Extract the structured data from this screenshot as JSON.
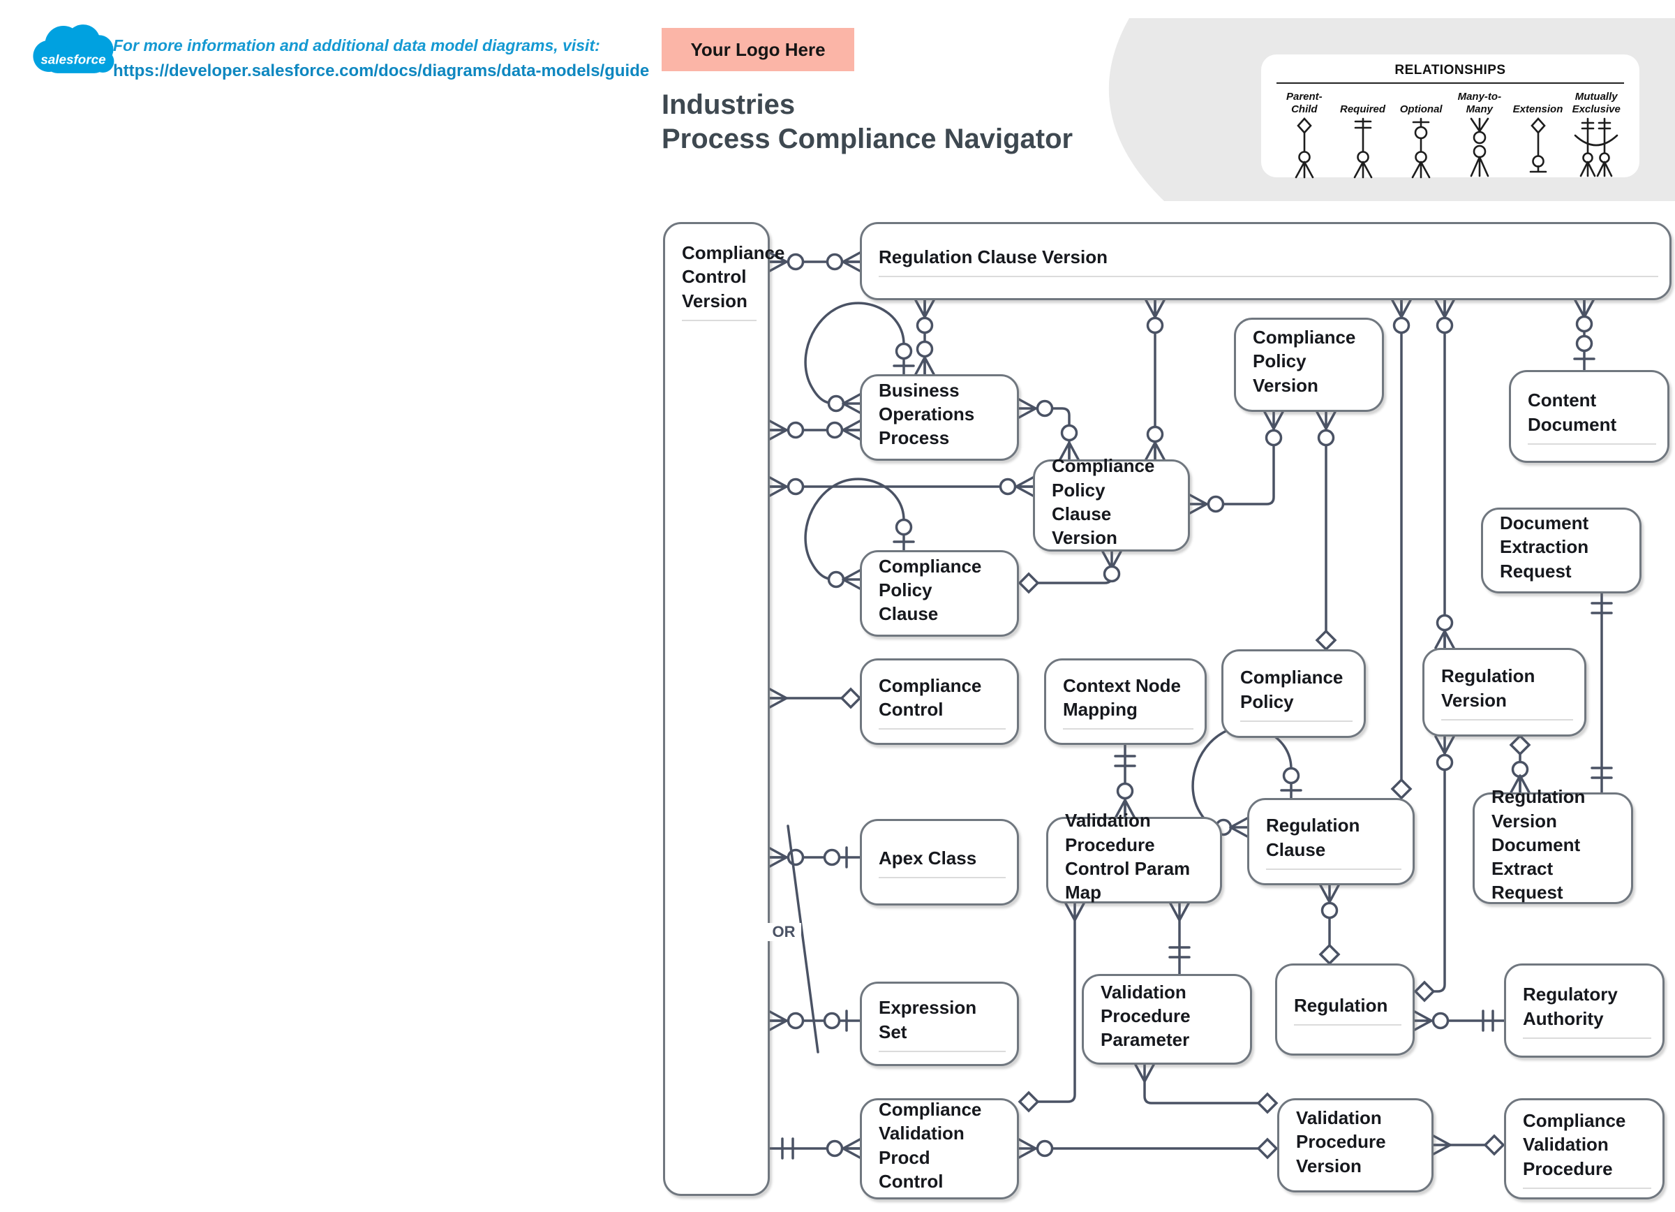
{
  "header": {
    "logo_text": "salesforce",
    "info_line": "For more information and additional data model diagrams, visit:",
    "info_url": "https://developer.salesforce.com/docs/diagrams/data-models/guide",
    "logo_placeholder": "Your Logo Here",
    "title": "Industries\nProcess Compliance Navigator"
  },
  "legend": {
    "title": "RELATIONSHIPS",
    "items": [
      {
        "label": "Parent-\nChild",
        "symbol": "parent_child"
      },
      {
        "label": "Required",
        "symbol": "required"
      },
      {
        "label": "Optional",
        "symbol": "optional"
      },
      {
        "label": "Many-to-\nMany",
        "symbol": "many_to_many"
      },
      {
        "label": "Extension",
        "symbol": "extension"
      },
      {
        "label": "Mutually\nExclusive",
        "symbol": "mutually_exclusive"
      }
    ]
  },
  "diagram": {
    "or_label": "OR",
    "entities": [
      {
        "id": "ccv",
        "label": "Compliance\nControl\nVersion"
      },
      {
        "id": "rcv",
        "label": "Regulation Clause Version"
      },
      {
        "id": "bop",
        "label": "Business\nOperations Process"
      },
      {
        "id": "cpv",
        "label": "Compliance Policy\nVersion"
      },
      {
        "id": "cd",
        "label": "Content Document"
      },
      {
        "id": "cpcv",
        "label": "Compliance Policy\nClause Version"
      },
      {
        "id": "cpc",
        "label": "Compliance Policy\nClause"
      },
      {
        "id": "der",
        "label": "Document\nExtraction Request"
      },
      {
        "id": "cc",
        "label": "Compliance\nControl"
      },
      {
        "id": "cnm",
        "label": "Context Node\nMapping"
      },
      {
        "id": "cp",
        "label": "Compliance Policy"
      },
      {
        "id": "rv",
        "label": "Regulation Version"
      },
      {
        "id": "apex",
        "label": "Apex Class"
      },
      {
        "id": "vpcpm",
        "label": "Validation Procedure\nControl Param Map"
      },
      {
        "id": "rc",
        "label": "Regulation Clause"
      },
      {
        "id": "rvder",
        "label": "Regulation Version\nDocument Extract\nRequest"
      },
      {
        "id": "es",
        "label": "Expression Set"
      },
      {
        "id": "vpp",
        "label": "Validation Procedure\nParameter"
      },
      {
        "id": "reg",
        "label": "Regulation"
      },
      {
        "id": "ra",
        "label": "Regulatory\nAuthority"
      },
      {
        "id": "cvpc",
        "label": "Compliance\nValidation Procd\nControl"
      },
      {
        "id": "vpv",
        "label": "Validation\nProcedure Version"
      },
      {
        "id": "cvp",
        "label": "Compliance\nValidation\nProcedure"
      }
    ],
    "relationships": [
      {
        "from": "ccv",
        "to": "rcv",
        "type": "many-to-many-optional"
      },
      {
        "from": "ccv",
        "to": "bop",
        "type": "many-to-many-optional"
      },
      {
        "from": "ccv",
        "to": "cpcv",
        "type": "many-to-many-optional"
      },
      {
        "from": "ccv",
        "to": "cc",
        "type": "parent-child"
      },
      {
        "from": "ccv",
        "to": "apex",
        "type": "many-optional-to-one-required"
      },
      {
        "from": "ccv",
        "to": "es",
        "type": "many-optional-to-one-required"
      },
      {
        "from": "ccv",
        "to": "cvpc",
        "type": "required-to-many-optional"
      },
      {
        "from": "rcv",
        "to": "bop",
        "type": "many-to-many-optional"
      },
      {
        "from": "rcv",
        "to": "cpcv",
        "type": "many-to-many-optional"
      },
      {
        "from": "rcv",
        "to": "rv",
        "type": "many-to-many-optional"
      },
      {
        "from": "rcv",
        "to": "rc",
        "type": "parent-child"
      },
      {
        "from": "rcv",
        "to": "cd",
        "type": "many-optional-to-one-optional"
      },
      {
        "from": "bop",
        "to": "bop",
        "type": "self-reference"
      },
      {
        "from": "bop",
        "to": "cpcv",
        "type": "many-to-many-optional"
      },
      {
        "from": "cpv",
        "to": "cpcv",
        "type": "many-to-many-optional"
      },
      {
        "from": "cpv",
        "to": "cp",
        "type": "parent-child"
      },
      {
        "from": "cpc",
        "to": "cpc",
        "type": "self-reference"
      },
      {
        "from": "cpcv",
        "to": "cpc",
        "type": "parent-child"
      },
      {
        "from": "cnm",
        "to": "vpcpm",
        "type": "required-to-many-optional"
      },
      {
        "from": "vpcpm",
        "to": "cvpc",
        "type": "parent-child"
      },
      {
        "from": "vpcpm",
        "to": "vpp",
        "type": "many-to-one-required"
      },
      {
        "from": "vpp",
        "to": "vpv",
        "type": "parent-child"
      },
      {
        "from": "cvpc",
        "to": "vpv",
        "type": "parent-child"
      },
      {
        "from": "vpv",
        "to": "cvp",
        "type": "parent-child"
      },
      {
        "from": "rc",
        "to": "rc",
        "type": "self-reference"
      },
      {
        "from": "rc",
        "to": "reg",
        "type": "parent-child"
      },
      {
        "from": "rv",
        "to": "reg",
        "type": "parent-child"
      },
      {
        "from": "rv",
        "to": "rvder",
        "type": "parent-child"
      },
      {
        "from": "der",
        "to": "rvder",
        "type": "one-to-one-required"
      },
      {
        "from": "reg",
        "to": "ra",
        "type": "many-to-one-required"
      }
    ]
  },
  "colors": {
    "salesforce_blue": "#00A1E0",
    "link_blue": "#0E87C0",
    "logo_box_salmon": "#FBB5A7",
    "connector_slate": "#4A5264",
    "panel_gray": "#E9E9E9",
    "title_gray": "#3E4850"
  }
}
